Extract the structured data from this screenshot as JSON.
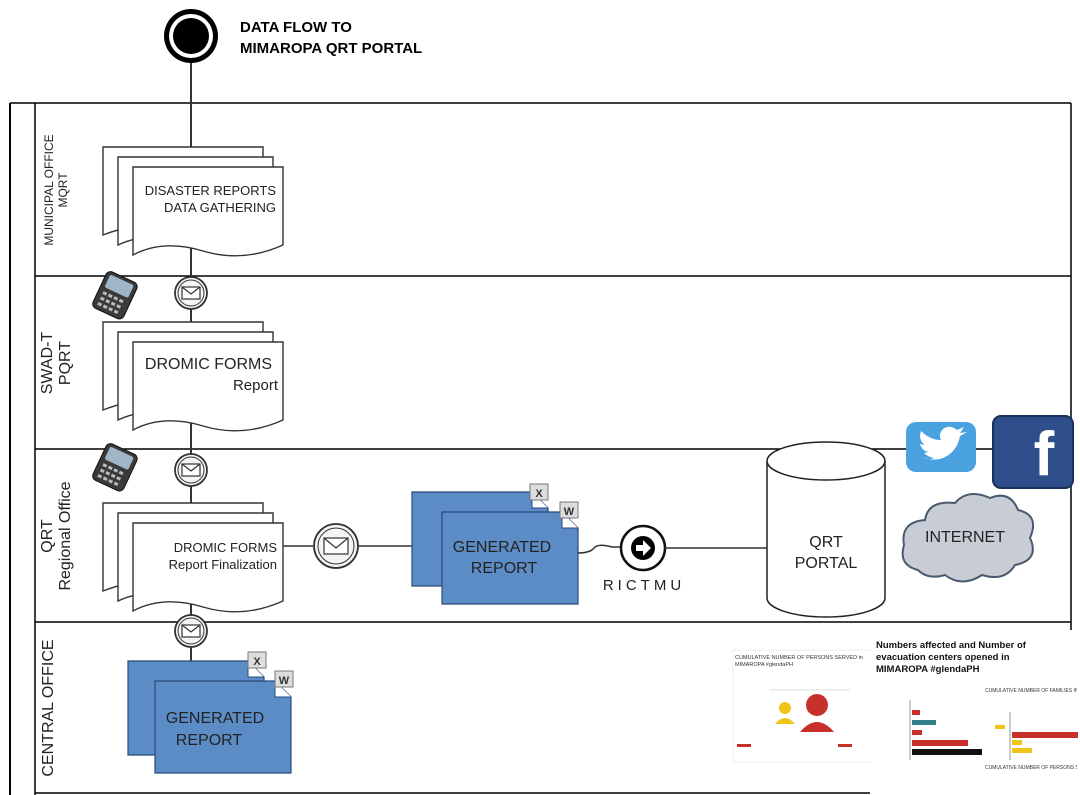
{
  "title": {
    "line1": "DATA FLOW TO",
    "line2": "MIMAROPA QRT PORTAL"
  },
  "lanes": [
    {
      "line1": "MUNICIPAL OFFICE",
      "line2": "MQRT"
    },
    {
      "line1": "SWAD-T",
      "line2": "PQRT"
    },
    {
      "line1": "QRT",
      "line2": "Regional Office"
    },
    {
      "line1": "CENTRAL OFFICE",
      "line2": ""
    }
  ],
  "documents": {
    "municipal": {
      "line1": "DISASTER REPORTS",
      "line2": "DATA GATHERING"
    },
    "swadt": {
      "line1": "DROMIC FORMS",
      "line2": "Report"
    },
    "regional": {
      "line1": "DROMIC FORMS",
      "line2": "Report Finalization"
    }
  },
  "generated_report": {
    "line1": "GENERATED",
    "line2": "REPORT"
  },
  "file_badges": {
    "excel": "X",
    "word": "W"
  },
  "rictmu_label": "RICTMU",
  "portal": {
    "line1": "QRT",
    "line2": "PORTAL"
  },
  "internet_label": "INTERNET",
  "social": {
    "twitter_icon": "twitter-bird-icon",
    "facebook_letter": "f"
  },
  "infographic": {
    "left_title": "CUMULATIVE NUMBER OF PERSONS SERVED in MIMAROPA #glendaPH",
    "right_title": "Numbers affected and Number of evacuation centers opened in MIMAROPA #glendaPH",
    "families_title": "CUMULATIVE NUMBER OF FAMILIES IN MIMAROPA #glendaPH",
    "persons_title": "CUMULATIVE NUMBER OF PERSONS SERVED"
  },
  "colors": {
    "report_blue": "#5b8cc6",
    "report_border": "#2a4a7a",
    "twitter": "#4aa3e0",
    "facebook": "#2f4e8c",
    "cloud": "#c8ccd4",
    "bar_red": "#c8302c",
    "bar_teal": "#2f7d86",
    "bar_yellow": "#f0c419"
  }
}
